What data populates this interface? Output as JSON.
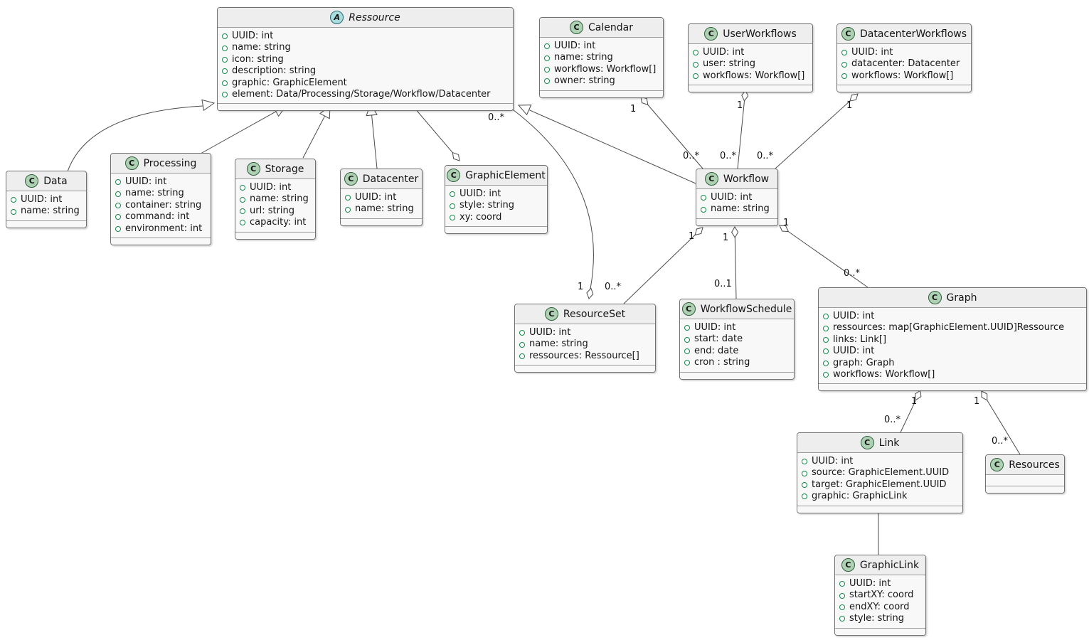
{
  "diagram_title": "",
  "colors": {
    "class_icon_bg": "#ADD1B2",
    "abstract_icon_bg": "#A9DCDF",
    "header_bg": "#eeeeee",
    "body_bg": "#f8f8f8",
    "line_color": "#4a4a4a",
    "attr_bullet": "#148a4a"
  },
  "classes": {
    "ressource": {
      "stereotype": "A",
      "name": "Ressource",
      "attrs": [
        "UUID: int",
        "name: string",
        "icon: string",
        "description: string",
        "graphic: GraphicElement",
        "element: Data/Processing/Storage/Workflow/Datacenter"
      ]
    },
    "calendar": {
      "stereotype": "C",
      "name": "Calendar",
      "attrs": [
        "UUID: int",
        "name: string",
        "workflows: Workflow[]",
        "owner: string"
      ]
    },
    "userWorkflows": {
      "stereotype": "C",
      "name": "UserWorkflows",
      "attrs": [
        "UUID: int",
        "user: string",
        "workflows: Workflow[]"
      ]
    },
    "datacenterWorkflows": {
      "stereotype": "C",
      "name": "DatacenterWorkflows",
      "attrs": [
        "UUID: int",
        "datacenter: Datacenter",
        "workflows: Workflow[]"
      ]
    },
    "data": {
      "stereotype": "C",
      "name": "Data",
      "attrs": [
        "UUID: int",
        "name: string"
      ]
    },
    "processing": {
      "stereotype": "C",
      "name": "Processing",
      "attrs": [
        "UUID: int",
        "name: string",
        "container: string",
        "command: int",
        "environment: int"
      ]
    },
    "storage": {
      "stereotype": "C",
      "name": "Storage",
      "attrs": [
        "UUID: int",
        "name: string",
        "url: string",
        "capacity: int"
      ]
    },
    "datacenter": {
      "stereotype": "C",
      "name": "Datacenter",
      "attrs": [
        "UUID: int",
        "name: string"
      ]
    },
    "graphicElement": {
      "stereotype": "C",
      "name": "GraphicElement",
      "attrs": [
        "UUID: int",
        "style: string",
        "xy: coord"
      ]
    },
    "workflow": {
      "stereotype": "C",
      "name": "Workflow",
      "attrs": [
        "UUID: int",
        "name: string"
      ]
    },
    "resourceSet": {
      "stereotype": "C",
      "name": "ResourceSet",
      "attrs": [
        "UUID: int",
        "name: string",
        "ressources: Ressource[]"
      ]
    },
    "workflowSchedule": {
      "stereotype": "C",
      "name": "WorkflowSchedule",
      "attrs": [
        "UUID: int",
        "start: date",
        "end: date",
        "cron : string"
      ]
    },
    "graph": {
      "stereotype": "C",
      "name": "Graph",
      "attrs": [
        "UUID: int",
        "ressources: map[GraphicElement.UUID]Ressource",
        "links: Link[]",
        "UUID: int",
        "graph: Graph",
        "workflows: Workflow[]"
      ]
    },
    "link": {
      "stereotype": "C",
      "name": "Link",
      "attrs": [
        "UUID: int",
        "source: GraphicElement.UUID",
        "target: GraphicElement.UUID",
        "graphic: GraphicLink"
      ]
    },
    "resources": {
      "stereotype": "C",
      "name": "Resources",
      "attrs": []
    },
    "graphicLink": {
      "stereotype": "C",
      "name": "GraphicLink",
      "attrs": [
        "UUID: int",
        "startXY: coord",
        "endXY: coord",
        "style: string"
      ]
    }
  },
  "multiplicities": [
    {
      "text": "1"
    },
    {
      "text": "0..*"
    },
    {
      "text": "1"
    },
    {
      "text": "0..*"
    },
    {
      "text": "1"
    },
    {
      "text": "0..*"
    },
    {
      "text": "0..*"
    },
    {
      "text": "1"
    },
    {
      "text": "1"
    },
    {
      "text": "0..*"
    },
    {
      "text": "1"
    },
    {
      "text": "0..1"
    },
    {
      "text": "1"
    },
    {
      "text": "0..*"
    },
    {
      "text": "1"
    },
    {
      "text": "0..*"
    },
    {
      "text": "1"
    },
    {
      "text": "0..*"
    }
  ]
}
